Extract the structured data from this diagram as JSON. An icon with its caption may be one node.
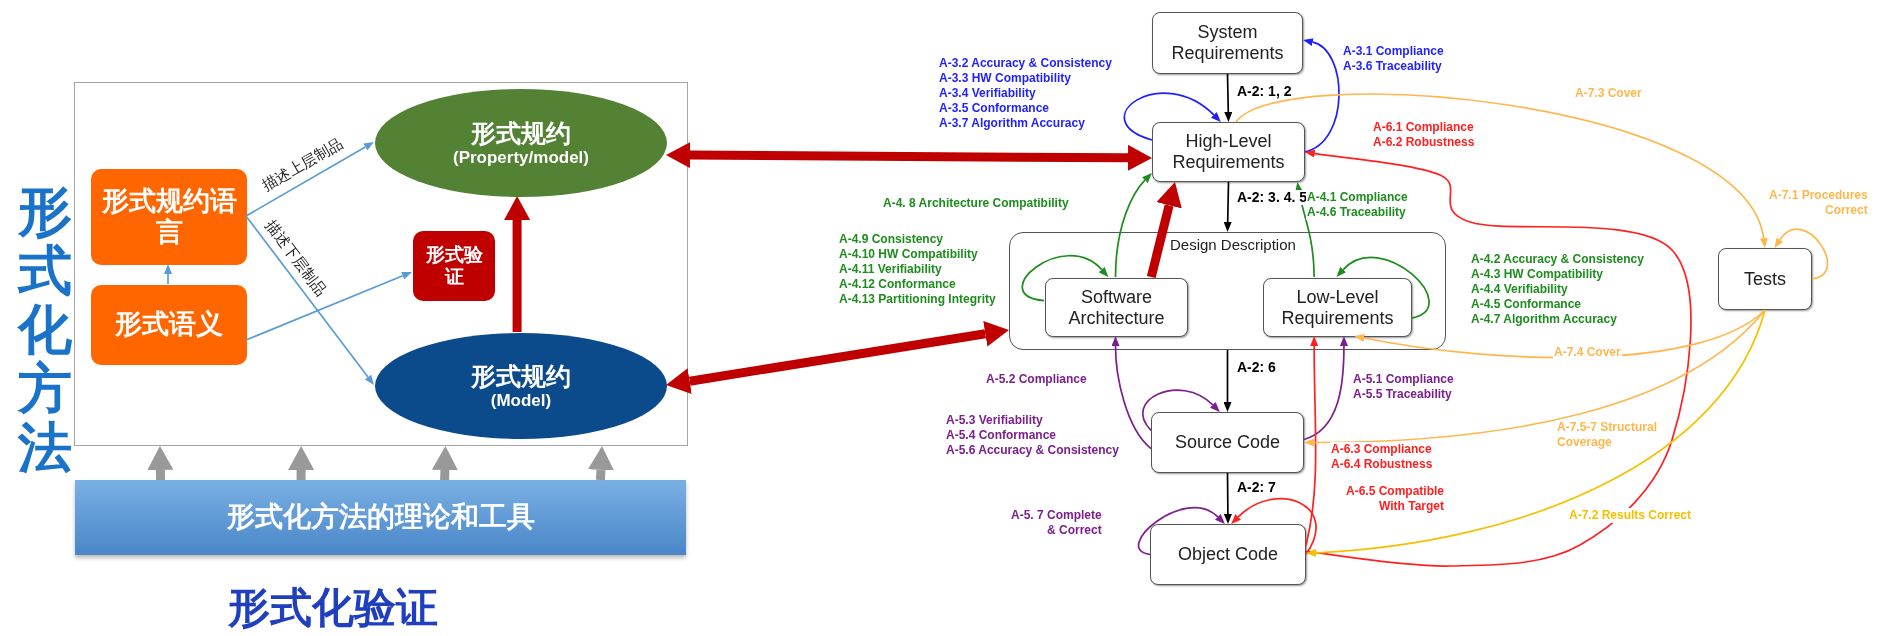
{
  "diagram": {
    "caption": "形式化验证",
    "nodes": [
      {
        "text": [],
        "shape": "box"
      },
      {
        "text": [
          "形式规约语言"
        ],
        "in": 0
      },
      {
        "text": [
          "形式语义"
        ],
        "in": 0
      },
      {
        "text": [
          "形式规约",
          "(Property/model)"
        ],
        "in": 0
      },
      {
        "text": [
          "形式验证"
        ],
        "in": 0
      },
      {
        "text": [
          "形式规约",
          "(Model)"
        ],
        "in": 0
      },
      {
        "text": [
          "形式化方法的理论和工具"
        ]
      },
      {
        "text": [
          "System Requirements"
        ]
      },
      {
        "text": [
          "High-Level Requirements"
        ]
      },
      {
        "text": [
          "Design Description"
        ]
      },
      {
        "text": [
          "Software Architecture"
        ],
        "in": 9
      },
      {
        "text": [
          "Low-Level Requirements"
        ],
        "in": 9
      },
      {
        "text": [
          "Source Code"
        ]
      },
      {
        "text": [
          "Object Code"
        ]
      },
      {
        "text": [
          "Tests"
        ]
      }
    ],
    "edges": [
      {
        "from": 2,
        "to": 1,
        "arrow": "to",
        "color": "#5b9bd5"
      },
      {
        "from": 1,
        "to": 3,
        "arrow": "to",
        "label": "描述上层制品",
        "color": "#5b9bd5"
      },
      {
        "from": 1,
        "to": 5,
        "arrow": "to",
        "label": "描述下层制品",
        "color": "#5b9bd5"
      },
      {
        "from": 2,
        "to": 4,
        "arrow": "to",
        "color": "#5b9bd5"
      },
      {
        "from": 5,
        "to": 3,
        "arrow": "to",
        "style": "thick",
        "color": "#c00000"
      },
      {
        "from": 6,
        "to": 0,
        "arrow": "to",
        "style": "thick",
        "color": "#999999"
      },
      {
        "from": 6,
        "to": 0,
        "arrow": "to",
        "style": "thick",
        "color": "#999999"
      },
      {
        "from": 6,
        "to": 0,
        "arrow": "to",
        "style": "thick",
        "color": "#999999"
      },
      {
        "from": 6,
        "to": 0,
        "arrow": "to",
        "style": "thick",
        "color": "#999999"
      },
      {
        "from": 3,
        "to": 8,
        "arrow": "both",
        "style": "thick",
        "color": "#c00000"
      },
      {
        "from": 5,
        "to": 9,
        "arrow": "both",
        "style": "thick",
        "color": "#c00000"
      },
      {
        "from": 10,
        "to": 8,
        "arrow": "to",
        "style": "thick",
        "color": "#c00000"
      },
      {
        "from": 7,
        "to": 8,
        "arrow": "to",
        "label": "A-2: 1, 2",
        "color": "#000000"
      },
      {
        "from": 8,
        "to": 9,
        "arrow": "to",
        "label": "A-2: 3. 4. 5",
        "color": "#000000"
      },
      {
        "from": 9,
        "to": 12,
        "arrow": "to",
        "label": "A-2: 6",
        "color": "#000000"
      },
      {
        "from": 12,
        "to": 13,
        "arrow": "to",
        "label": "A-2: 7",
        "color": "#000000"
      },
      {
        "from": 8,
        "to": 7,
        "arrow": "to",
        "label": "A-3.1 Compliance A-3.6 Traceability",
        "color": "#1f1fff"
      },
      {
        "from": 8,
        "to": 8,
        "arrow": "to",
        "label": "A-3.2 Accuracy & Consistency A-3.3 HW Compatibility A-3.4 Verifiability A-3.5 Conformance A-3.7 Algorithm Accuracy",
        "color": "#1f1fff"
      },
      {
        "from": 10,
        "to": 8,
        "arrow": "to",
        "label": "A-4. 8 Architecture Compatibility",
        "color": "#1e8c1e"
      },
      {
        "from": 10,
        "to": 10,
        "arrow": "to",
        "label": "A-4.9 Consistency A-4.10 HW Compatibility A-4.11 Verifiability A-4.12 Conformance A-4.13 Partitioning Integrity",
        "color": "#1e8c1e"
      },
      {
        "from": 11,
        "to": 8,
        "arrow": "to",
        "label": "A-4.1 Compliance A-4.6 Traceability",
        "color": "#1e8c1e"
      },
      {
        "from": 11,
        "to": 11,
        "arrow": "to",
        "label": "A-4.2 Accuracy & Consistency A-4.3 HW Compatibility A-4.4 Verifiability A-4.5 Conformance A-4.7 Algorithm Accuracy",
        "color": "#1e8c1e"
      },
      {
        "from": 12,
        "to": 10,
        "arrow": "to",
        "label": "A-5.2 Compliance",
        "color": "#7a1f8c"
      },
      {
        "from": 12,
        "to": 12,
        "arrow": "to",
        "label": "A-5.3  Verifiability A-5.4 Conformance A-5.6 Accuracy & Consistency",
        "color": "#7a1f8c"
      },
      {
        "from": 12,
        "to": 11,
        "arrow": "to",
        "label": "A-5.1 Compliance A-5.5 Traceability",
        "color": "#7a1f8c"
      },
      {
        "from": 13,
        "to": 13,
        "arrow": "to",
        "label": "A-5. 7 Complete & Correct",
        "color": "#7a1f8c"
      },
      {
        "from": 13,
        "to": 8,
        "arrow": "to",
        "label": "A-6.1 Compliance A-6.2 Robustness",
        "color": "#ff2020"
      },
      {
        "from": 13,
        "to": 11,
        "arrow": "to",
        "label": "A-6.3 Compliance A-6.4 Robustness",
        "color": "#ff2020"
      },
      {
        "from": 13,
        "to": 13,
        "arrow": "to",
        "label": "A-6.5 Compatible With Target",
        "color": "#ff2020"
      },
      {
        "from": 8,
        "to": 14,
        "arrow": "to",
        "label": "A-7.3 Cover",
        "color": "#ffb74d"
      },
      {
        "from": 14,
        "to": 14,
        "arrow": "to",
        "label": "A-7.1 Procedures Correct",
        "color": "#ffb74d"
      },
      {
        "from": 14,
        "to": 11,
        "arrow": "to",
        "label": "A-7.4 Cover",
        "color": "#ffb74d"
      },
      {
        "from": 14,
        "to": 12,
        "arrow": "to",
        "label": "A-7.5-7 Structural Coverage",
        "color": "#ffb74d"
      },
      {
        "from": 14,
        "to": 13,
        "arrow": "to",
        "label": "A-7.2 Results Correct",
        "color": "#f5c000"
      }
    ],
    "labels": [
      "形式化方法"
    ]
  }
}
